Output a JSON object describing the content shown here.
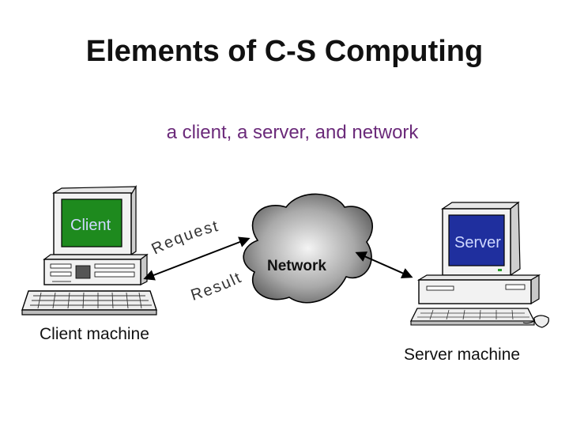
{
  "slide": {
    "title": "Elements of C-S Computing",
    "subtitle": "a client, a server, and network"
  },
  "client": {
    "screen_label": "Client",
    "caption": "Client machine",
    "screen_color": "#1e8a1e"
  },
  "server": {
    "screen_label": "Server",
    "caption": "Server machine",
    "screen_color": "#1f2f9e"
  },
  "network": {
    "label": "Network"
  },
  "links": {
    "request_label": "Request",
    "result_label": "Result"
  },
  "colors": {
    "subtitle": "#6b2a7a",
    "screen_text": "#cfd8ff"
  },
  "icons": {
    "client": "desktop-computer-icon",
    "server": "workstation-computer-icon",
    "network": "network-cloud-icon",
    "mouse": "mouse-icon"
  }
}
